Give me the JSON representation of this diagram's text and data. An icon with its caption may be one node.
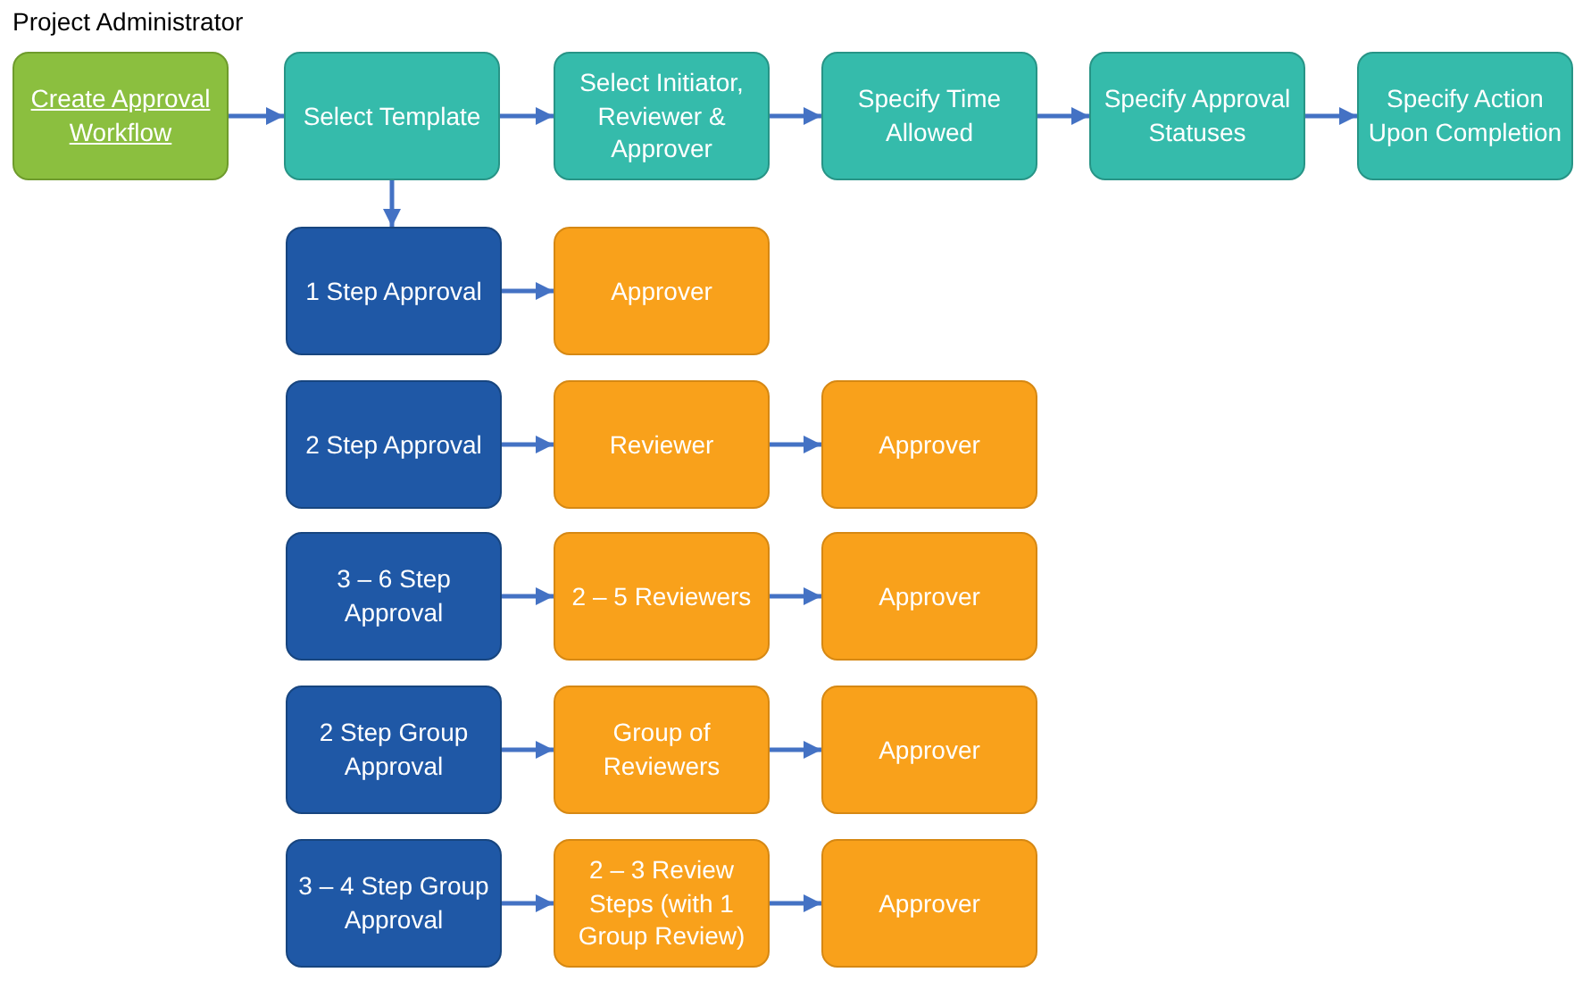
{
  "diagram": {
    "nodes": [
      {
        "text": [
          "Create Approval Workflow"
        ]
      },
      {
        "text": [
          "Select Template"
        ]
      },
      {
        "text": [
          "Select Initiator, Reviewer & Approver"
        ]
      },
      {
        "text": [
          "Specify Time Allowed"
        ]
      },
      {
        "text": [
          "Specify Approval Statuses"
        ]
      },
      {
        "text": [
          "Specify Action Upon Completion"
        ]
      },
      {
        "text": [
          "1 Step Approval"
        ]
      },
      {
        "text": [
          "Approver"
        ]
      },
      {
        "text": [
          "2 Step Approval"
        ]
      },
      {
        "text": [
          "Reviewer"
        ]
      },
      {
        "text": [
          "Approver"
        ]
      },
      {
        "text": [
          "3 – 6 Step Approval"
        ]
      },
      {
        "text": [
          "2 – 5 Reviewers"
        ]
      },
      {
        "text": [
          "Approver"
        ]
      },
      {
        "text": [
          "2 Step Group Approval"
        ]
      },
      {
        "text": [
          "Group of Reviewers"
        ]
      },
      {
        "text": [
          "Approver"
        ]
      },
      {
        "text": [
          "3 – 4 Step Group Approval"
        ]
      },
      {
        "text": [
          "2 – 3 Review Steps (with 1 Group Review)"
        ]
      },
      {
        "text": [
          "Approver"
        ]
      }
    ],
    "edges": [
      {
        "from": 0,
        "to": 1,
        "arrow": "to"
      },
      {
        "from": 1,
        "to": 2,
        "arrow": "to"
      },
      {
        "from": 2,
        "to": 3,
        "arrow": "to"
      },
      {
        "from": 3,
        "to": 4,
        "arrow": "to"
      },
      {
        "from": 4,
        "to": 5,
        "arrow": "to"
      },
      {
        "from": 1,
        "to": 6,
        "arrow": "to"
      },
      {
        "from": 6,
        "to": 7,
        "arrow": "to"
      },
      {
        "from": 8,
        "to": 9,
        "arrow": "to"
      },
      {
        "from": 9,
        "to": 10,
        "arrow": "to"
      },
      {
        "from": 11,
        "to": 12,
        "arrow": "to"
      },
      {
        "from": 12,
        "to": 13,
        "arrow": "to"
      },
      {
        "from": 14,
        "to": 15,
        "arrow": "to"
      },
      {
        "from": 15,
        "to": 16,
        "arrow": "to"
      },
      {
        "from": 17,
        "to": 18,
        "arrow": "to"
      },
      {
        "from": 18,
        "to": 19,
        "arrow": "to"
      }
    ],
    "labels": [
      "Project Administrator"
    ]
  }
}
